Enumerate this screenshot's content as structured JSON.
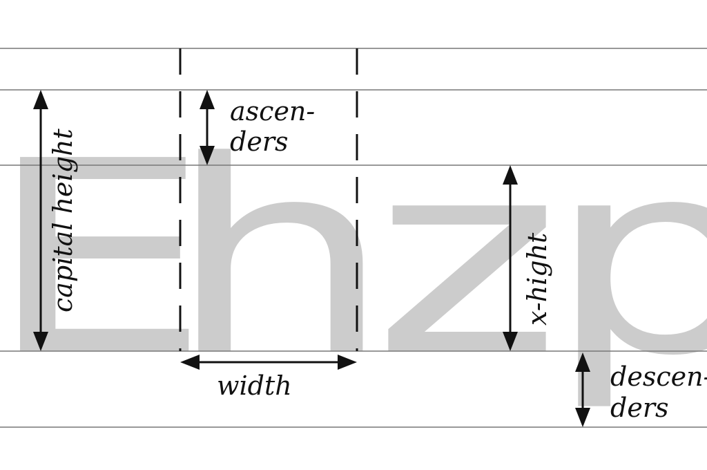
{
  "specimen": {
    "glyphs": [
      "E",
      "h",
      "z",
      "p"
    ],
    "glyph_color": "#cccccc"
  },
  "labels": {
    "capital_height": "capital height",
    "ascenders_line1": "ascen-",
    "ascenders_line2": "ders",
    "x_height": "x-hight",
    "width": "width",
    "descenders_line1": "descen-",
    "descenders_line2": "ders"
  },
  "colors": {
    "ink": "#111111",
    "guide_line": "#777777",
    "background": "#ffffff"
  }
}
